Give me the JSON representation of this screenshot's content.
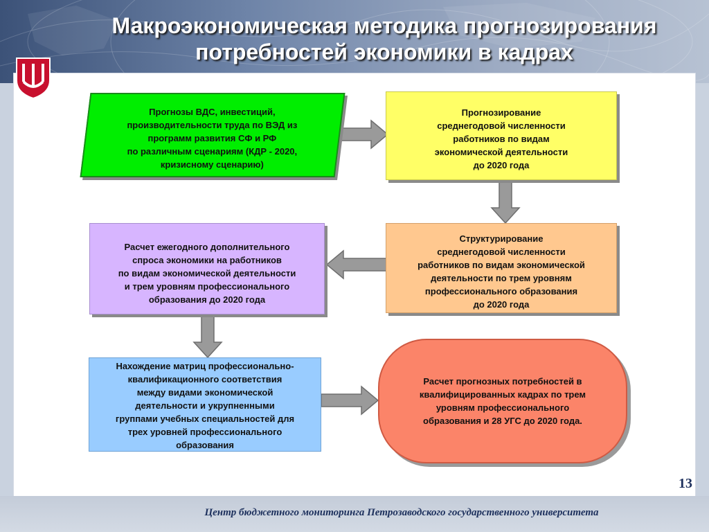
{
  "slide": {
    "title": "Макроэкономическая методика прогнозирования\nпотребностей экономики в кадрах",
    "page_number": "13",
    "footer": "Центр бюджетного мониторинга Петрозаводского государственного университета"
  },
  "colors": {
    "green_box": "#00ee00",
    "yellow_box": "#ffff66",
    "purple_box": "#d7b5ff",
    "orange_box": "#ffc88f",
    "blue_box": "#99ccff",
    "coral_box": "#fb8469",
    "arrow": "#9a9a9a",
    "logo_red": "#c8102e"
  },
  "boxes": {
    "forecasts": "Прогнозы ВДС, инвестиций,\nпроизводительности труда по ВЭД из\nпрограмм развития СФ и РФ\nпо различным сценариям (КДР -  2020,\nкризисному сценарию)",
    "avg_headcount": "Прогнозирование\nсреднегодовой численности\nработников по видам\nэкономической  деятельности\nдо 2020 года",
    "structuring": "Структурирование\nсреднегодовой численности\nработников по видам экономической\nдеятельности по трем уровням\nпрофессионального образования\nдо 2020 года",
    "annual_demand": "Расчет ежегодного дополнительного\nспроса экономики на работников\nпо видам экономической деятельности\nи трем уровням  профессионального\nобразования до 2020 года",
    "matrices": "Нахождение матриц профессионально-\nквалификационного соответствия\nмежду видами экономической\nдеятельности и укрупненными\nгруппами учебных специальностей для\nтрех уровней профессионального\nобразования",
    "result": "Расчет прогнозных потребностей в\nквалифицированных кадрах по трем\nуровням профессионального\nобразования и 28 УГС до 2020 года."
  }
}
